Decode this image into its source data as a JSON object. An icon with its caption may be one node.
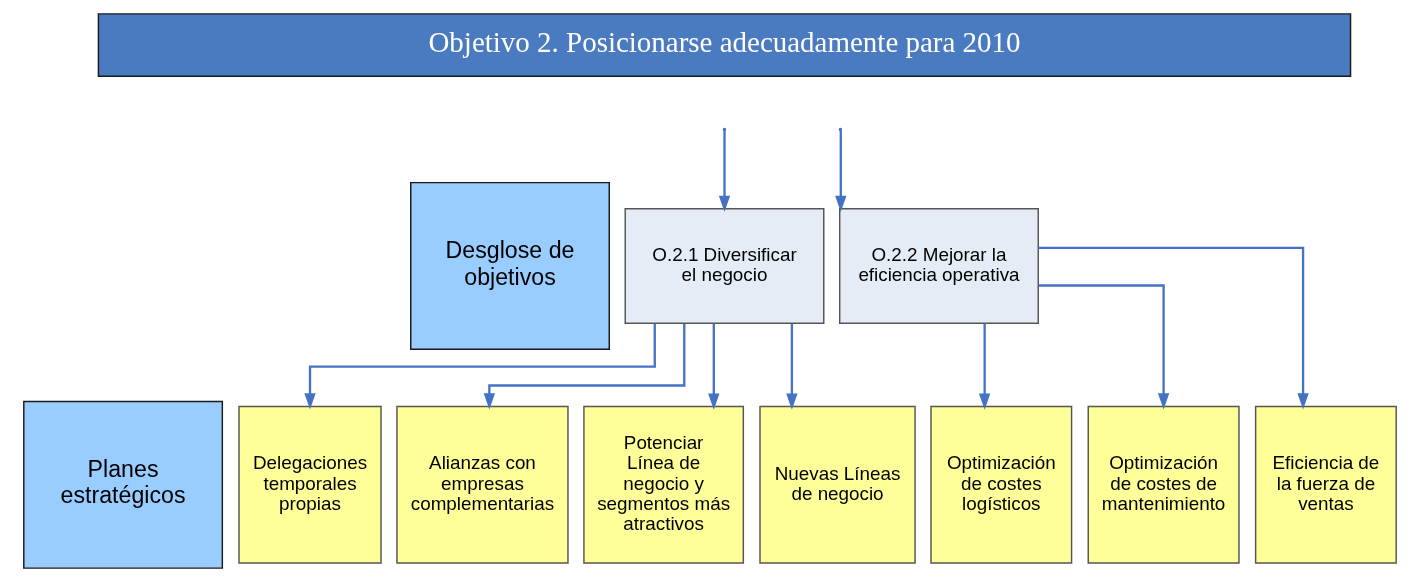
{
  "diagram": {
    "nodes": [
      {
        "text": [
          "Objetivo 2. Posicionarse adecuadamente para 2010"
        ]
      },
      {
        "text": [
          "Desglose de objetivos"
        ]
      },
      {
        "text": [
          "O.2.1 Diversificar el negocio"
        ]
      },
      {
        "text": [
          "O.2.2 Mejorar la eficiencia operativa"
        ]
      },
      {
        "text": [
          "Planes estratégicos"
        ]
      },
      {
        "text": [
          "Delegaciones temporales propias"
        ]
      },
      {
        "text": [
          "Alianzas con empresas complementarias"
        ]
      },
      {
        "text": [
          "Potenciar Línea de negocio y segmentos más atractivos"
        ]
      },
      {
        "text": [
          "Nuevas Líneas de negocio"
        ]
      },
      {
        "text": [
          "Optimización de costes logísticos"
        ]
      },
      {
        "text": [
          "Optimización de costes de mantenimiento"
        ]
      },
      {
        "text": [
          "Eficiencia de la fuerza de ventas"
        ]
      }
    ],
    "edges": [
      {
        "from": null,
        "to": 2,
        "arrow": "to"
      },
      {
        "from": null,
        "to": 3,
        "arrow": "to"
      },
      {
        "from": 2,
        "to": 5,
        "arrow": "to"
      },
      {
        "from": 2,
        "to": 6,
        "arrow": "to"
      },
      {
        "from": 2,
        "to": 7,
        "arrow": "to"
      },
      {
        "from": 2,
        "to": 8,
        "arrow": "to"
      },
      {
        "from": 3,
        "to": 9,
        "arrow": "to"
      },
      {
        "from": 3,
        "to": 10,
        "arrow": "to"
      },
      {
        "from": 3,
        "to": 11,
        "arrow": "to"
      }
    ]
  }
}
